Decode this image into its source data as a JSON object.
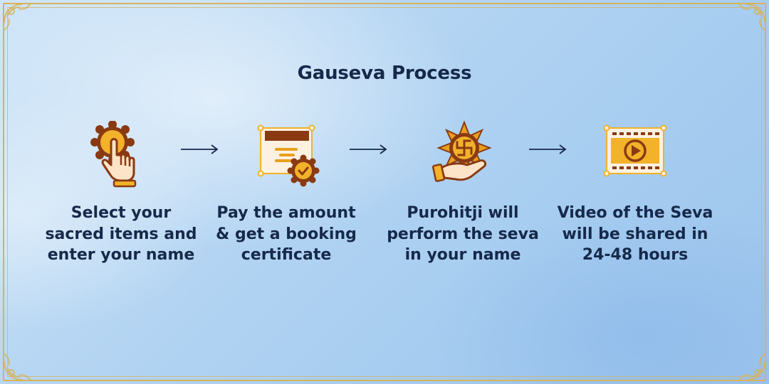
{
  "title": "Gauseva Process",
  "steps": [
    {
      "icon": "hand-pointer-icon",
      "label": "Select your\nsacred items and\nenter your name"
    },
    {
      "icon": "certificate-icon",
      "label": "Pay the amount\n& get a booking\ncertificate"
    },
    {
      "icon": "swastik-offering-icon",
      "label": "Purohitji will\nperform the seva\nin your name"
    },
    {
      "icon": "video-film-icon",
      "label": "Video of the Seva\nwill be shared in\n24-48 hours"
    }
  ],
  "colors": {
    "text": "#16294a",
    "gold": "#e8a01e",
    "brown": "#8a3a12",
    "frame": "#d8b25a"
  }
}
